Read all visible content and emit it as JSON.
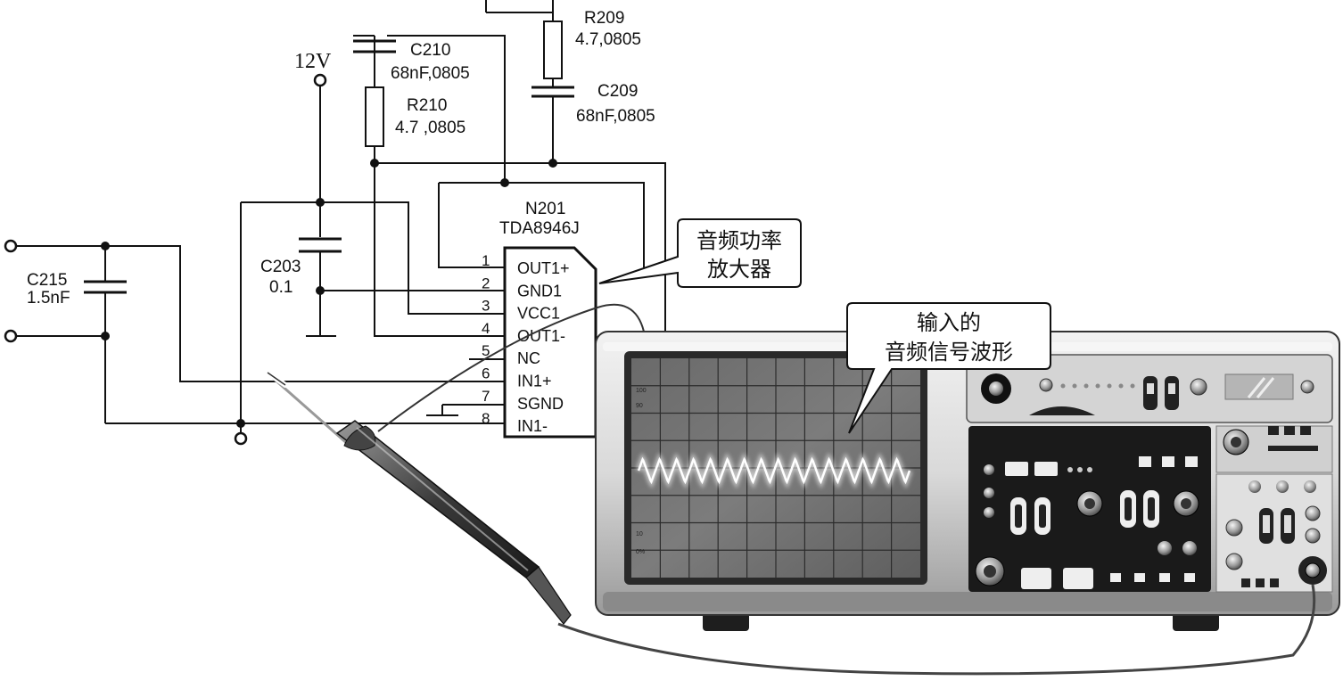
{
  "components": {
    "r209": {
      "ref": "R209",
      "value": "4.7,0805"
    },
    "c210": {
      "ref": "C210",
      "value": "68nF,0805"
    },
    "r210": {
      "ref": "R210",
      "value": "4.7 ,0805"
    },
    "c209": {
      "ref": "C209",
      "value": "68nF,0805"
    },
    "c203": {
      "ref": "C203",
      "value": "0.1"
    },
    "c215": {
      "ref": "C215",
      "value": "1.5nF"
    },
    "supply": {
      "label": "12V"
    },
    "ic": {
      "ref": "N201",
      "part": "TDA8946J",
      "pins": [
        {
          "num": "1",
          "name": "OUT1+"
        },
        {
          "num": "2",
          "name": "GND1"
        },
        {
          "num": "3",
          "name": "VCC1"
        },
        {
          "num": "4",
          "name": "OUT1-"
        },
        {
          "num": "5",
          "name": "NC"
        },
        {
          "num": "6",
          "name": "IN1+"
        },
        {
          "num": "7",
          "name": "SGND"
        },
        {
          "num": "8",
          "name": "IN1-"
        }
      ]
    }
  },
  "callouts": {
    "amplifier": {
      "line1": "音频功率",
      "line2": "放大器"
    },
    "waveform": {
      "line1": "输入的",
      "line2": "音频信号波形"
    }
  },
  "scope_labels": {
    "grid_mark_top_a": "100",
    "grid_mark_top_b": "90",
    "grid_mark_bottom_a": "10",
    "grid_mark_bottom_b": "0%"
  }
}
